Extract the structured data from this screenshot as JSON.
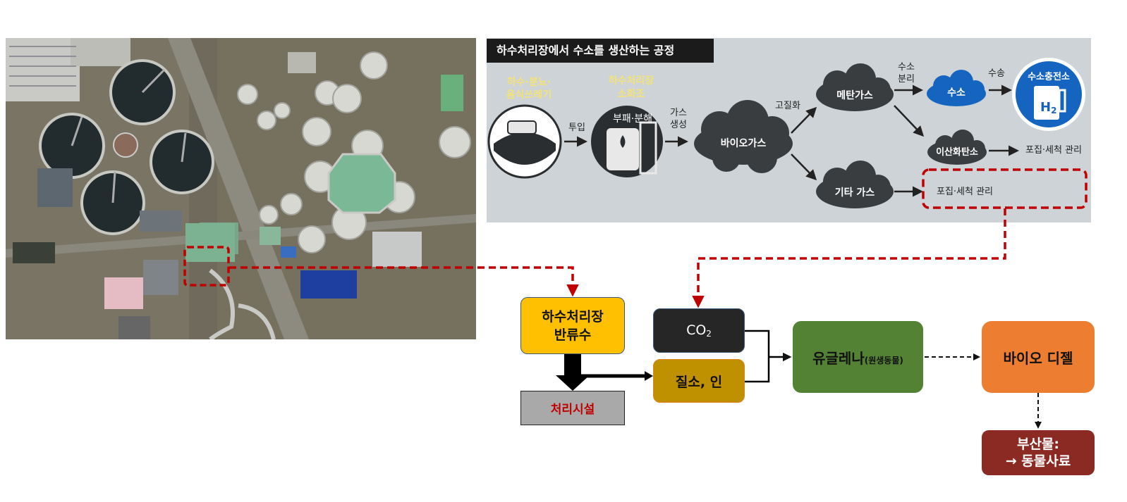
{
  "infographic": {
    "title": "하수처리장에서 수소를 생산하는 공정",
    "input_label_1": "하수·분뇨·",
    "input_label_2": "음식쓰레기",
    "tank_label_1": "하수처리장",
    "tank_label_2": "소화조",
    "tank_inner_label": "부패·분해",
    "arrow_input": "투입",
    "arrow_gas_1": "가스",
    "arrow_gas_2": "생성",
    "biogas": "바이오가스",
    "refine": "고질화",
    "methane": "메탄가스",
    "other_gas": "기타 가스",
    "h2_sep_1": "수소",
    "h2_sep_2": "분리",
    "hydrogen": "수소",
    "transport": "수송",
    "station": "수소충전소",
    "h2_symbol": "H",
    "h2_sub": "2",
    "co2": "이산화탄소",
    "capture_1": "포집·세척 관리",
    "capture_2": "포집·세척 관리"
  },
  "flow": {
    "sewage_1": "하수처리장",
    "sewage_2": "반류수",
    "treatment": "처리시설",
    "co2_main": "CO",
    "co2_sub": "2",
    "nutrients": "질소, 인",
    "euglena_main": "유글레나",
    "euglena_small": "(원생동물)",
    "biodiesel": "바이오 디젤",
    "byproduct_1": "부산물:",
    "byproduct_2": "→ 동물사료"
  },
  "colors": {
    "dashed_red": "#c00000",
    "sewage_box": "#fec000",
    "treatment_box": "#a9a9a9",
    "co2_box": "#262626",
    "nutrient_box": "#bf9000",
    "euglena_box": "#548235",
    "biodiesel_box": "#ed7d31",
    "byproduct_box": "#8b2a22",
    "cloud": "#3a3d40",
    "hydrogen_blue": "#1565c0"
  }
}
